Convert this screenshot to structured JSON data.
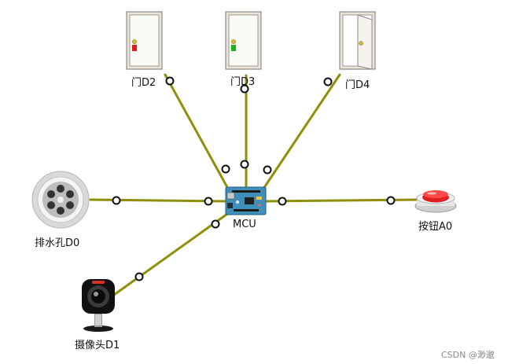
{
  "diagram": {
    "mcu_label": "MCU",
    "devices": {
      "door_d2": "门D2",
      "door_d3": "门D3",
      "door_d4": "门D4",
      "drain_d0": "排水孔D0",
      "button_a0": "按钮A0",
      "camera_d1": "摄像头D1"
    }
  },
  "watermark": "CSDN @渺邈",
  "colors": {
    "wire": "#8f8f0a",
    "node_fill": "#ffffff",
    "node_stroke": "#111111",
    "door_frame": "#e9e4d6",
    "door_panel": "#fbfbf6",
    "board": "#3f8fb8",
    "button_red": "#e02020",
    "indicator_red": "#e11b1b",
    "indicator_green": "#19b319"
  },
  "icons": {
    "door_d2": "closed-door-red-indicator-icon",
    "door_d3": "closed-door-green-indicator-icon",
    "door_d4": "open-door-icon",
    "drain_d0": "drain-icon",
    "button_a0": "red-push-button-icon",
    "camera_d1": "webcam-icon",
    "mcu": "circuit-board-icon"
  }
}
